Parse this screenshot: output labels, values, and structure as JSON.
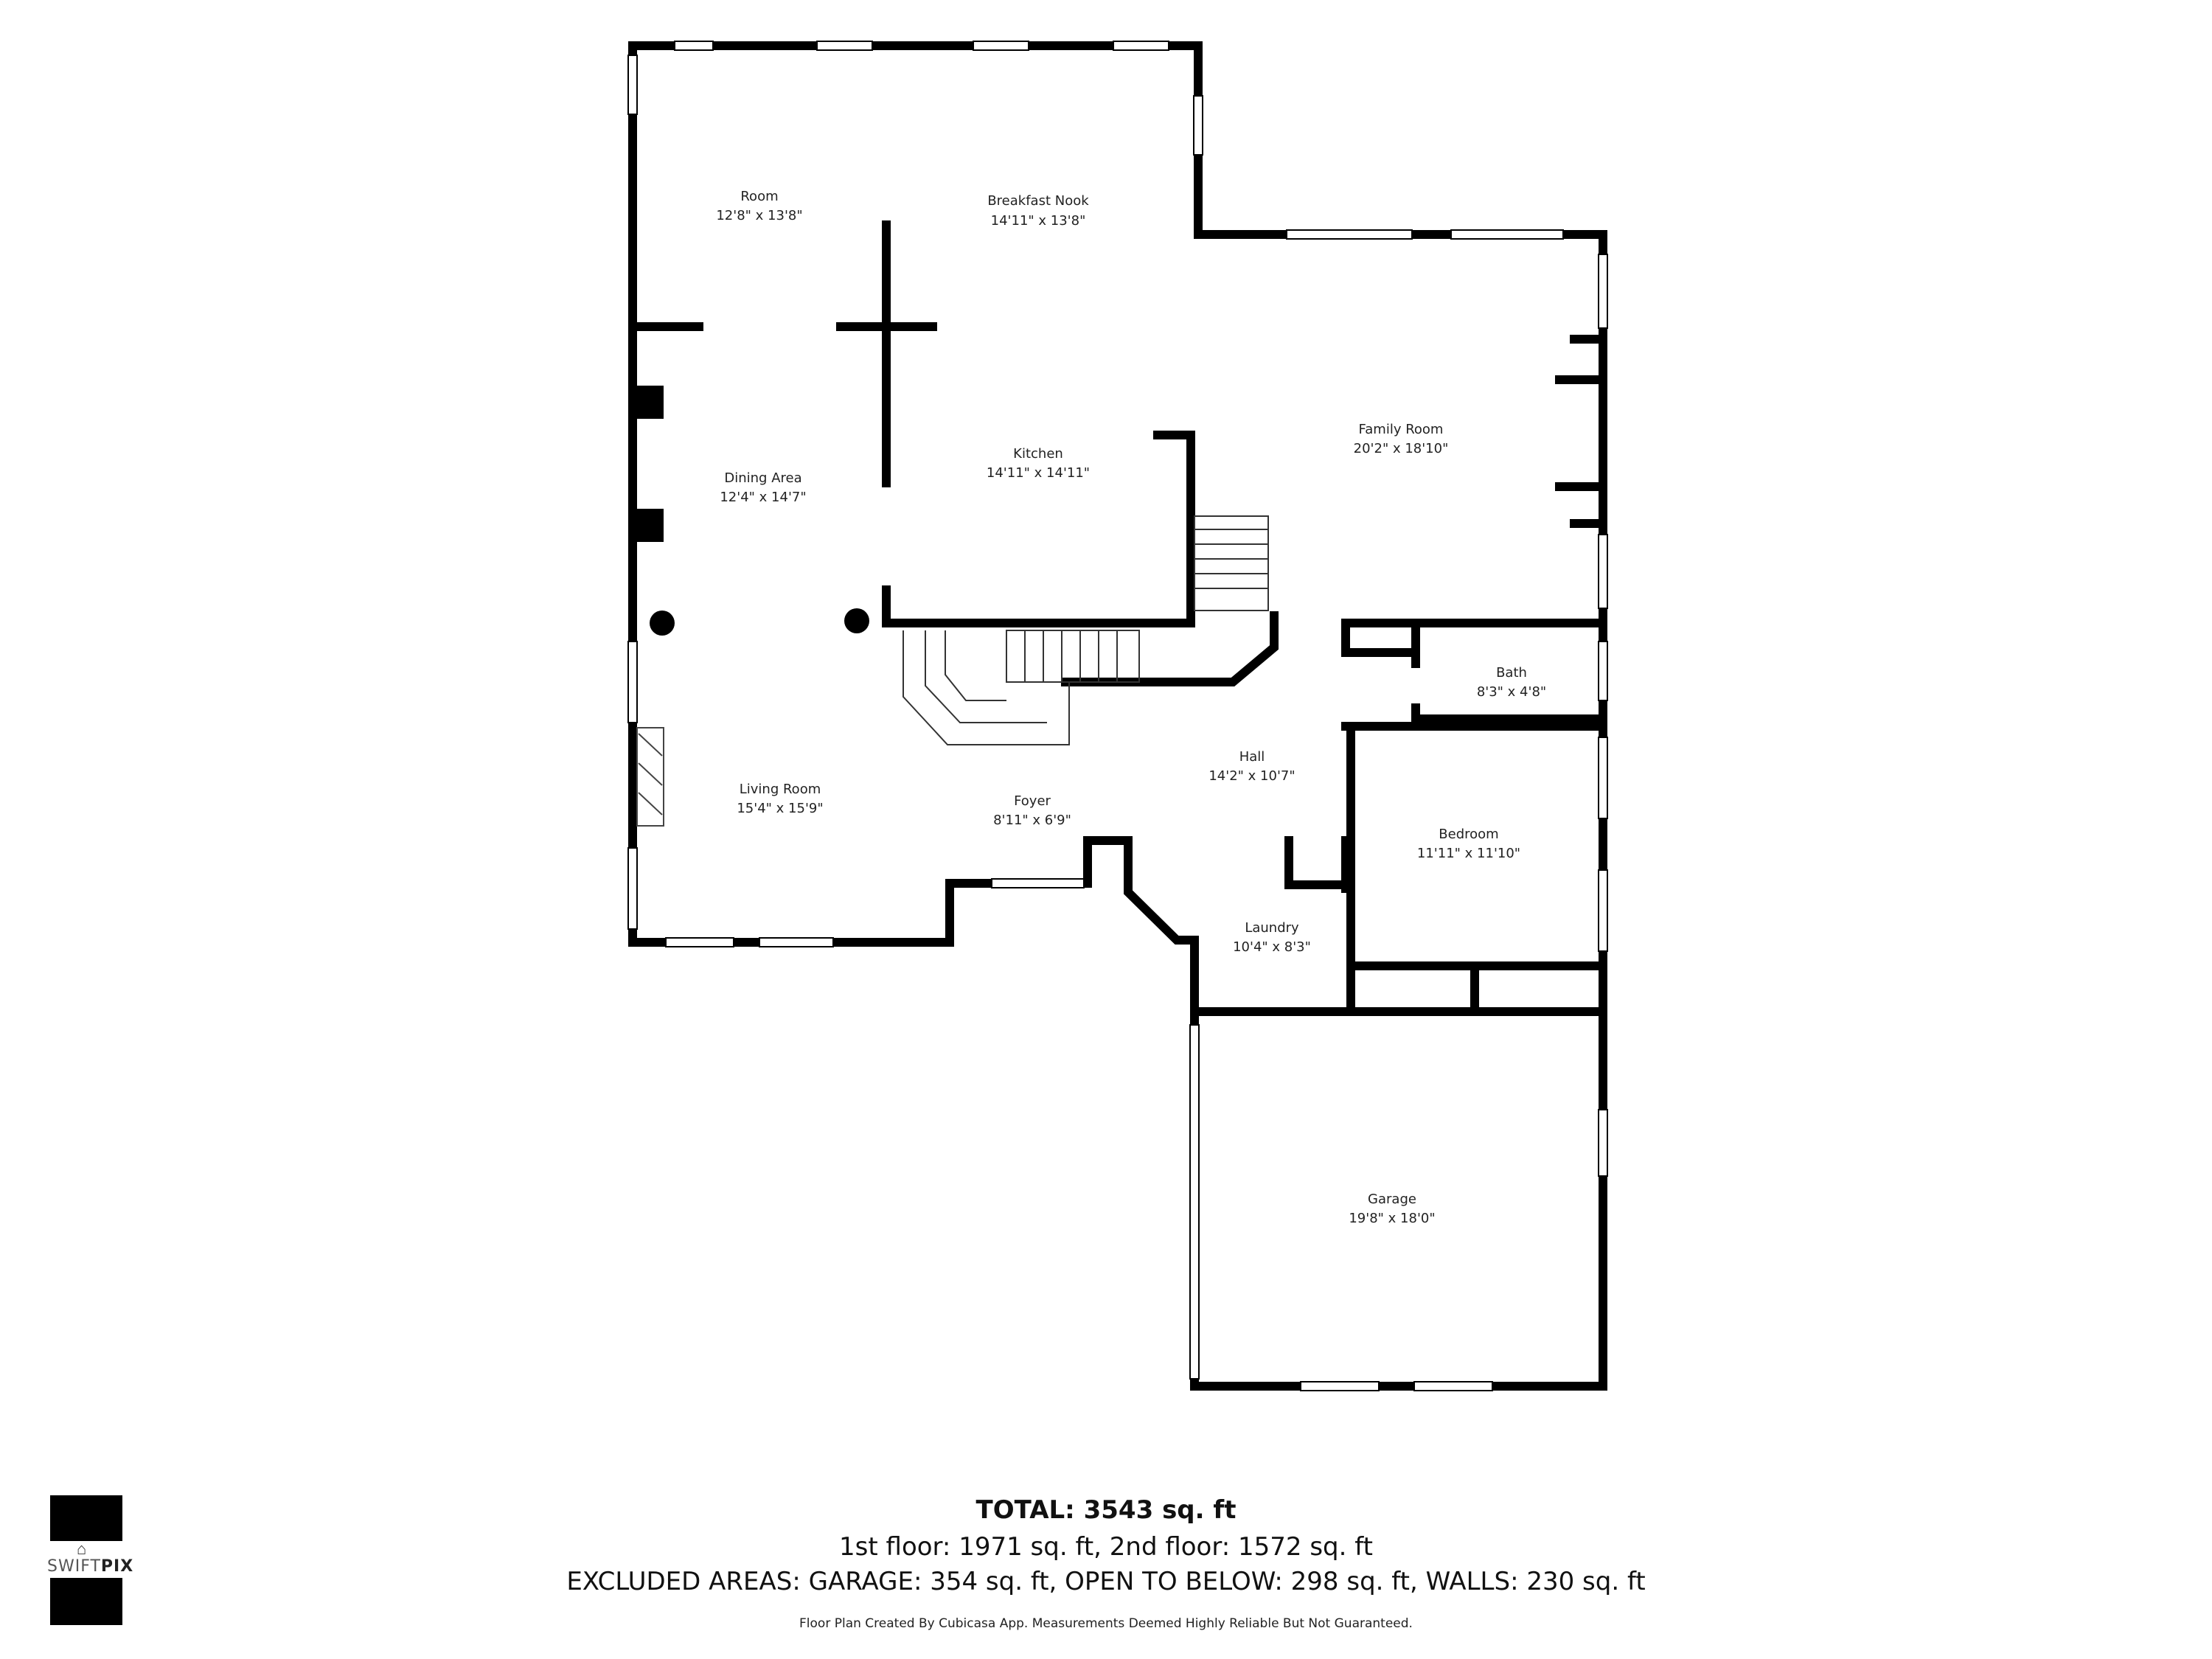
{
  "rooms": [
    {
      "name": "Room",
      "dims": "12'8\" x 13'8\""
    },
    {
      "name": "Breakfast Nook",
      "dims": "14'11\" x 13'8\""
    },
    {
      "name": "Family Room",
      "dims": "20'2\" x 18'10\""
    },
    {
      "name": "Kitchen",
      "dims": "14'11\" x 14'11\""
    },
    {
      "name": "Dining Area",
      "dims": "12'4\" x 14'7\""
    },
    {
      "name": "Bath",
      "dims": "8'3\" x 4'8\""
    },
    {
      "name": "Hall",
      "dims": "14'2\" x 10'7\""
    },
    {
      "name": "Living Room",
      "dims": "15'4\" x 15'9\""
    },
    {
      "name": "Foyer",
      "dims": "8'11\" x 6'9\""
    },
    {
      "name": "Bedroom",
      "dims": "11'11\" x 11'10\""
    },
    {
      "name": "Laundry",
      "dims": "10'4\" x 8'3\""
    },
    {
      "name": "Garage",
      "dims": "19'8\" x 18'0\""
    }
  ],
  "summary": {
    "total": "TOTAL: 3543 sq. ft",
    "floors": "1st floor: 1971 sq. ft, 2nd floor: 1572 sq. ft",
    "excluded": "EXCLUDED AREAS: GARAGE: 354 sq. ft, OPEN TO BELOW: 298 sq. ft, WALLS: 230 sq. ft",
    "disclaimer": "Floor Plan Created By Cubicasa App. Measurements Deemed Highly Reliable But Not Guaranteed."
  },
  "logo": {
    "text_light": "SWIFT",
    "text_bold": "PIX",
    "icon": "house-camera-icon"
  },
  "colors": {
    "wall": "#000000",
    "window": "#ffffff",
    "background": "#ffffff"
  }
}
